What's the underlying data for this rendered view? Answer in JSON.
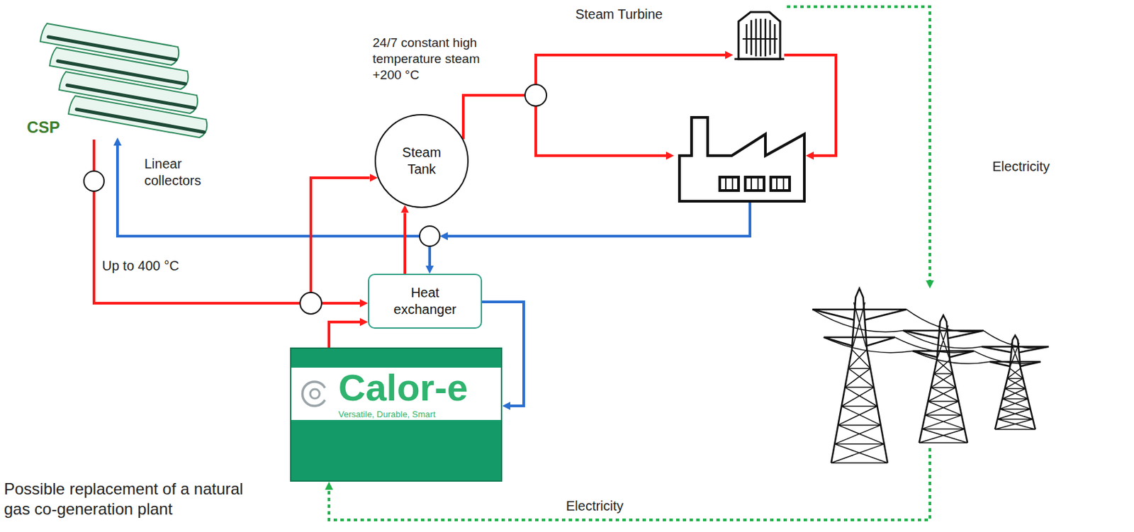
{
  "diagram": {
    "nodes": [
      {
        "text": [
          "CSP"
        ]
      },
      {
        "text": [
          "Steam Tank"
        ]
      },
      {
        "text": [
          "Heat exchanger"
        ]
      },
      {
        "text": [
          "Calor-e",
          "Versatile, Durable, Smart"
        ]
      },
      {
        "text": [
          "Steam Turbine"
        ]
      }
    ],
    "edges": [
      {
        "from": 0,
        "to": 2,
        "arrow": "to"
      },
      {
        "from": 0,
        "to": 1,
        "arrow": "to"
      },
      {
        "from": 2,
        "to": 1,
        "arrow": "to"
      },
      {
        "from": 3,
        "to": 2,
        "arrow": "to"
      },
      {
        "from": 2,
        "to": 3,
        "arrow": "to"
      },
      {
        "from": 1,
        "to": 4,
        "arrow": "to"
      }
    ],
    "labels": [
      "Linear collectors",
      "Up to 400 °C",
      "24/7 constant high temperature steam +200 °C",
      "Electricity",
      "Electricity",
      "Possible replacement of a natural gas co-generation plant"
    ]
  }
}
